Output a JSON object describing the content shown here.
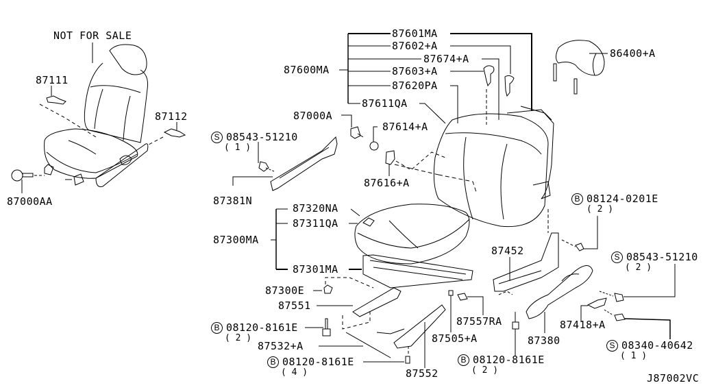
{
  "diagram": {
    "title": "Front seat parts diagram",
    "reference_code": "J87002VC",
    "not_for_sale_label": "NOT FOR SALE",
    "parts": {
      "p87111": "87111",
      "p87112": "87112",
      "p87000AA": "87000AA",
      "p87600MA": "87600MA",
      "p87601MA": "87601MA",
      "p87602A": "87602+A",
      "p87674A": "87674+A",
      "p87603A": "87603+A",
      "p87620PA": "87620PA",
      "p87611QA": "87611QA",
      "p86400A": "86400+A",
      "p87000A": "87000A",
      "p87614A": "87614+A",
      "p87616A": "87616+A",
      "p87381N": "87381N",
      "p87320NA": "87320NA",
      "p87311QA": "87311QA",
      "p87300MA": "87300MA",
      "p87301MA": "87301MA",
      "p87300E": "87300E",
      "p87551": "87551",
      "p87532A": "87532+A",
      "p87552": "87552",
      "p87505A": "87505+A",
      "p87557RA": "87557RA",
      "p87452": "87452",
      "p87380": "87380",
      "p87418A": "87418+A"
    },
    "fasteners": [
      {
        "symbol": "S",
        "part": "08543-51210",
        "qty": "( 1 )"
      },
      {
        "symbol": "B",
        "part": "08124-0201E",
        "qty": "( 2 )"
      },
      {
        "symbol": "S",
        "part": "08543-51210",
        "qty": "( 2 )"
      },
      {
        "symbol": "B",
        "part": "08120-8161E",
        "qty": "( 2 )"
      },
      {
        "symbol": "B",
        "part": "08120-8161E",
        "qty": "( 4 )"
      },
      {
        "symbol": "B",
        "part": "08120-8161E",
        "qty": "( 2 )"
      },
      {
        "symbol": "S",
        "part": "08340-40642",
        "qty": "( 1 )"
      }
    ]
  }
}
